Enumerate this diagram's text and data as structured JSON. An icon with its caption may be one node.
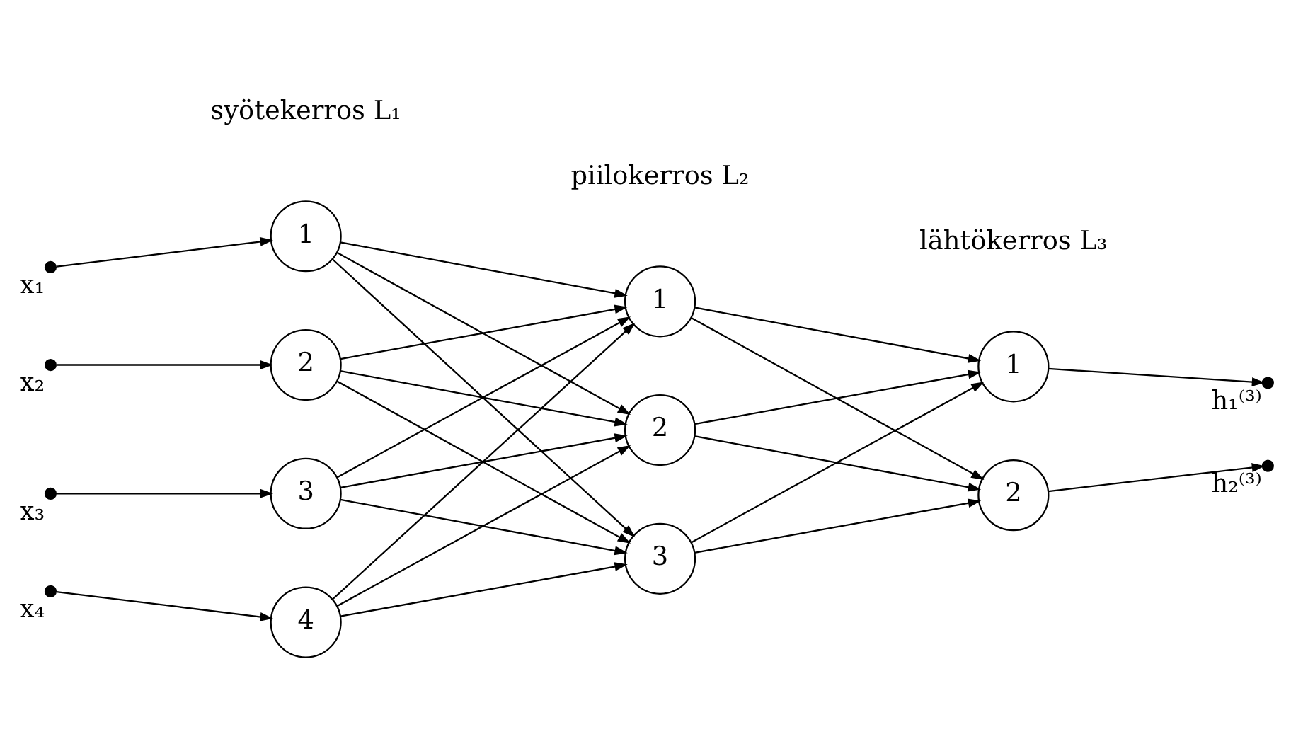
{
  "diagram": {
    "nodes": [
      {
        "text": [],
        "shape": "circle",
        "beside": [
          "x₁"
        ]
      },
      {
        "text": [],
        "shape": "circle",
        "beside": [
          "x₂"
        ]
      },
      {
        "text": [],
        "shape": "circle",
        "beside": [
          "x₃"
        ]
      },
      {
        "text": [],
        "shape": "circle",
        "beside": [
          "x₄"
        ]
      },
      {
        "text": [
          "1"
        ]
      },
      {
        "text": [
          "2"
        ]
      },
      {
        "text": [
          "3"
        ]
      },
      {
        "text": [
          "4"
        ]
      },
      {
        "text": [
          "1"
        ]
      },
      {
        "text": [
          "2"
        ]
      },
      {
        "text": [
          "3"
        ]
      },
      {
        "text": [
          "1"
        ]
      },
      {
        "text": [
          "2"
        ]
      },
      {
        "text": [],
        "shape": "circle",
        "beside": [
          "h₁⁽³⁾"
        ]
      },
      {
        "text": [],
        "shape": "circle",
        "beside": [
          "h₂⁽³⁾"
        ]
      }
    ],
    "edges": [
      {
        "from": 0,
        "to": 4,
        "arrow": "to"
      },
      {
        "from": 1,
        "to": 5,
        "arrow": "to"
      },
      {
        "from": 2,
        "to": 6,
        "arrow": "to"
      },
      {
        "from": 3,
        "to": 7,
        "arrow": "to"
      },
      {
        "from": 4,
        "to": 8,
        "arrow": "to"
      },
      {
        "from": 4,
        "to": 9,
        "arrow": "to"
      },
      {
        "from": 4,
        "to": 10,
        "arrow": "to"
      },
      {
        "from": 5,
        "to": 8,
        "arrow": "to"
      },
      {
        "from": 5,
        "to": 9,
        "arrow": "to"
      },
      {
        "from": 5,
        "to": 10,
        "arrow": "to"
      },
      {
        "from": 6,
        "to": 8,
        "arrow": "to"
      },
      {
        "from": 6,
        "to": 9,
        "arrow": "to"
      },
      {
        "from": 6,
        "to": 10,
        "arrow": "to"
      },
      {
        "from": 7,
        "to": 8,
        "arrow": "to"
      },
      {
        "from": 7,
        "to": 9,
        "arrow": "to"
      },
      {
        "from": 7,
        "to": 10,
        "arrow": "to"
      },
      {
        "from": 8,
        "to": 11,
        "arrow": "to"
      },
      {
        "from": 8,
        "to": 12,
        "arrow": "to"
      },
      {
        "from": 9,
        "to": 11,
        "arrow": "to"
      },
      {
        "from": 9,
        "to": 12,
        "arrow": "to"
      },
      {
        "from": 10,
        "to": 11,
        "arrow": "to"
      },
      {
        "from": 10,
        "to": 12,
        "arrow": "to"
      },
      {
        "from": 11,
        "to": 13,
        "arrow": "to"
      },
      {
        "from": 12,
        "to": 14,
        "arrow": "to"
      }
    ],
    "labels": [
      "syötekerros L₁",
      "piilokerros L₂",
      "lähtökerros L₃"
    ]
  }
}
